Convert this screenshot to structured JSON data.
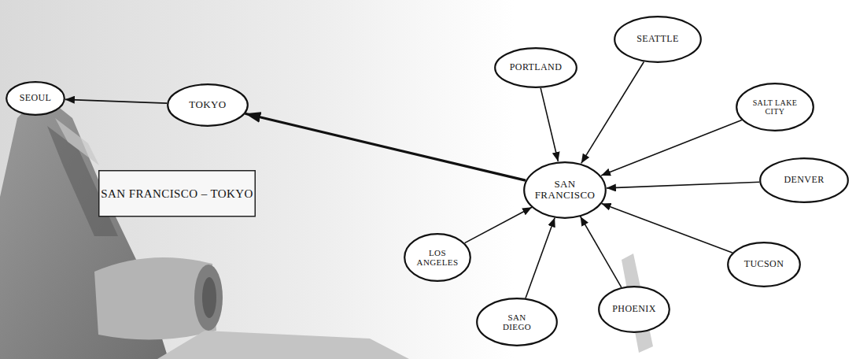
{
  "diagram": {
    "nodes": [
      {
        "text": [
          "SEOUL"
        ]
      },
      {
        "text": [
          "TOKYO"
        ]
      },
      {
        "text": [
          "PORTLAND"
        ]
      },
      {
        "text": [
          "SEATTLE"
        ]
      },
      {
        "text": [
          "SALT LAKE CITY"
        ]
      },
      {
        "text": [
          "SAN FRANCISCO – TOKYO"
        ]
      },
      {
        "text": [
          "SAN FRANCISCO"
        ]
      },
      {
        "text": [
          "DENVER"
        ]
      },
      {
        "text": [
          "LOS ANGELES"
        ]
      },
      {
        "text": [
          "TUCSON"
        ]
      },
      {
        "text": [
          "SAN DIEGO"
        ]
      },
      {
        "text": [
          "PHOENIX"
        ]
      }
    ],
    "edges": [
      {
        "from": 1,
        "to": 0,
        "arrow": "to"
      },
      {
        "from": 6,
        "to": 1,
        "arrow": "to"
      },
      {
        "from": 2,
        "to": 6,
        "arrow": "to"
      },
      {
        "from": 3,
        "to": 6,
        "arrow": "to"
      },
      {
        "from": 4,
        "to": 6,
        "arrow": "to"
      },
      {
        "from": 7,
        "to": 6,
        "arrow": "to"
      },
      {
        "from": 9,
        "to": 6,
        "arrow": "to"
      },
      {
        "from": 11,
        "to": 6,
        "arrow": "to"
      },
      {
        "from": 10,
        "to": 6,
        "arrow": "to"
      },
      {
        "from": 8,
        "to": 6,
        "arrow": "to"
      }
    ]
  }
}
